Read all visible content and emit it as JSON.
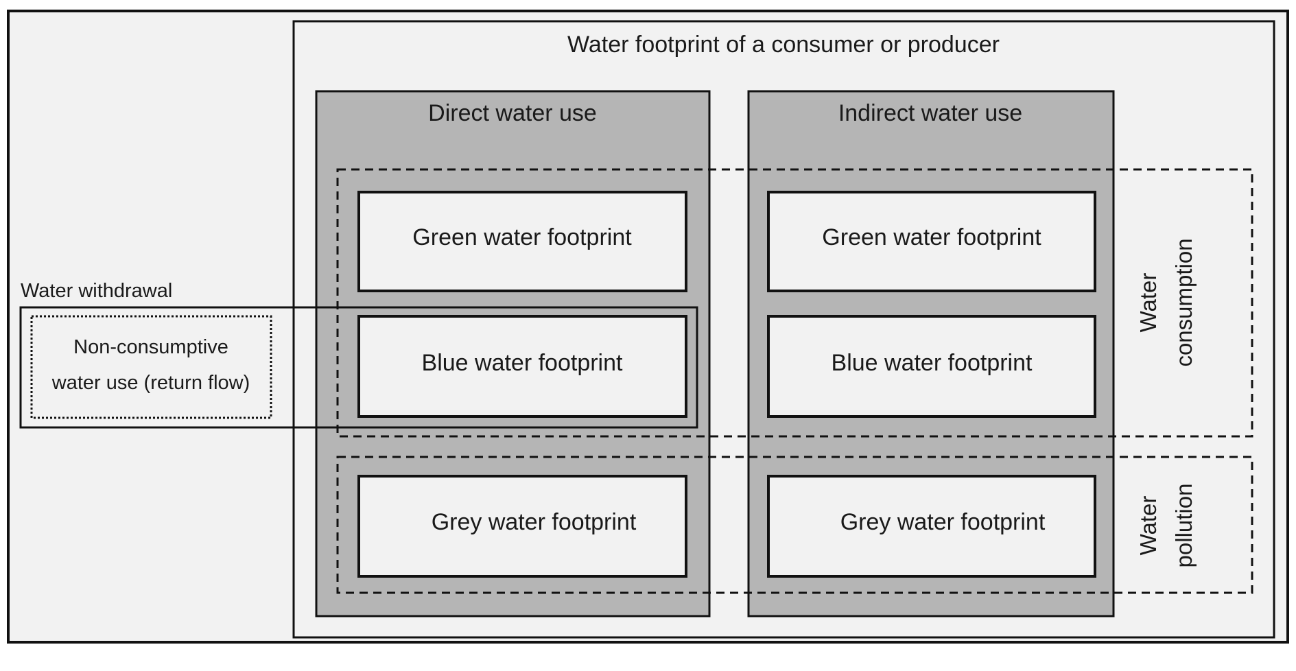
{
  "diagram": {
    "title": "Water footprint of a consumer or producer",
    "columns": [
      {
        "heading": "Direct water use",
        "green": "Green water footprint",
        "blue": "Blue water footprint",
        "grey": "Grey water footprint"
      },
      {
        "heading": "Indirect water use",
        "green": "Green water footprint",
        "blue": "Blue water footprint",
        "grey": "Grey water footprint"
      }
    ],
    "withdrawal": {
      "label": "Water withdrawal",
      "nonconsumptive_line1": "Non-consumptive",
      "nonconsumptive_line2": "water use (return flow)"
    },
    "side_labels": {
      "consumption_line1": "Water",
      "consumption_line2": "consumption",
      "pollution_line1": "Water",
      "pollution_line2": "pollution"
    },
    "colors": {
      "background": "#f2f2f2",
      "column_fill": "#b5b5b5",
      "inner_box_fill": "#f2f2f2",
      "stroke": "#111111"
    }
  }
}
